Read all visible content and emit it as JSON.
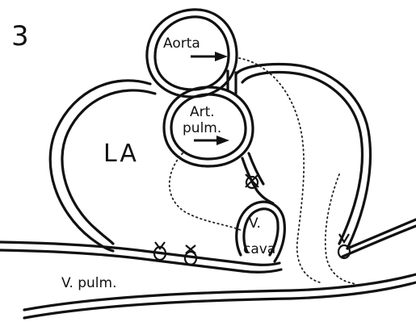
{
  "figure": {
    "number": "3",
    "labels": {
      "aorta": "Aorta",
      "art_pulm_line1": "Art.",
      "art_pulm_line2": "pulm.",
      "la": "LA",
      "v_cava_line1": "V.",
      "v_cava_line2": "cava",
      "v_pulm": "V. pulm."
    }
  }
}
